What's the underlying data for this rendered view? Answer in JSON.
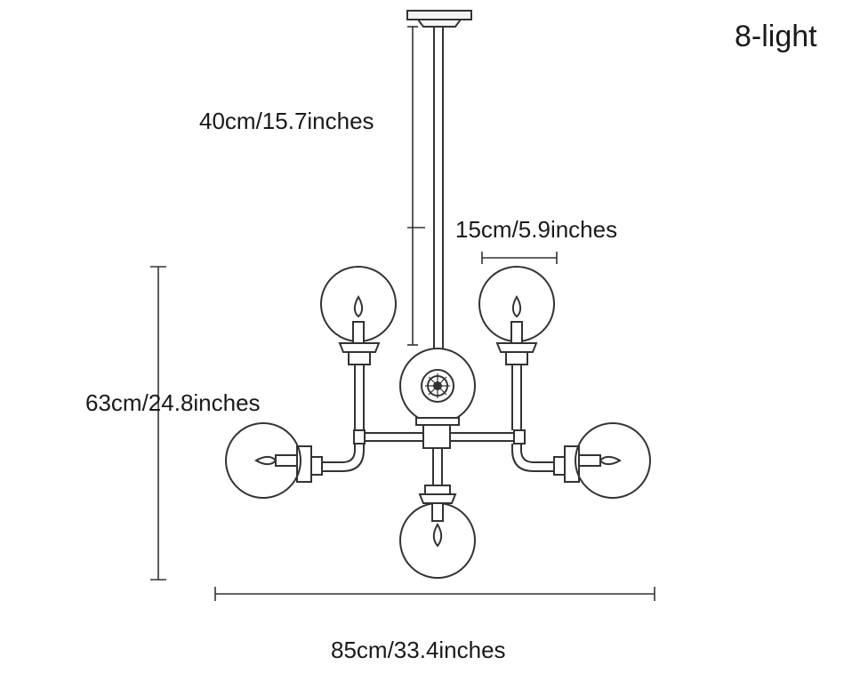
{
  "title": "8-light",
  "dimensions": {
    "drop_rod": "40cm/15.7inches",
    "globe_diameter": "15cm/5.9inches",
    "fixture_height": "63cm/24.8inches",
    "fixture_width": "85cm/33.4inches"
  },
  "colors": {
    "line": "#333333",
    "background": "#ffffff"
  }
}
